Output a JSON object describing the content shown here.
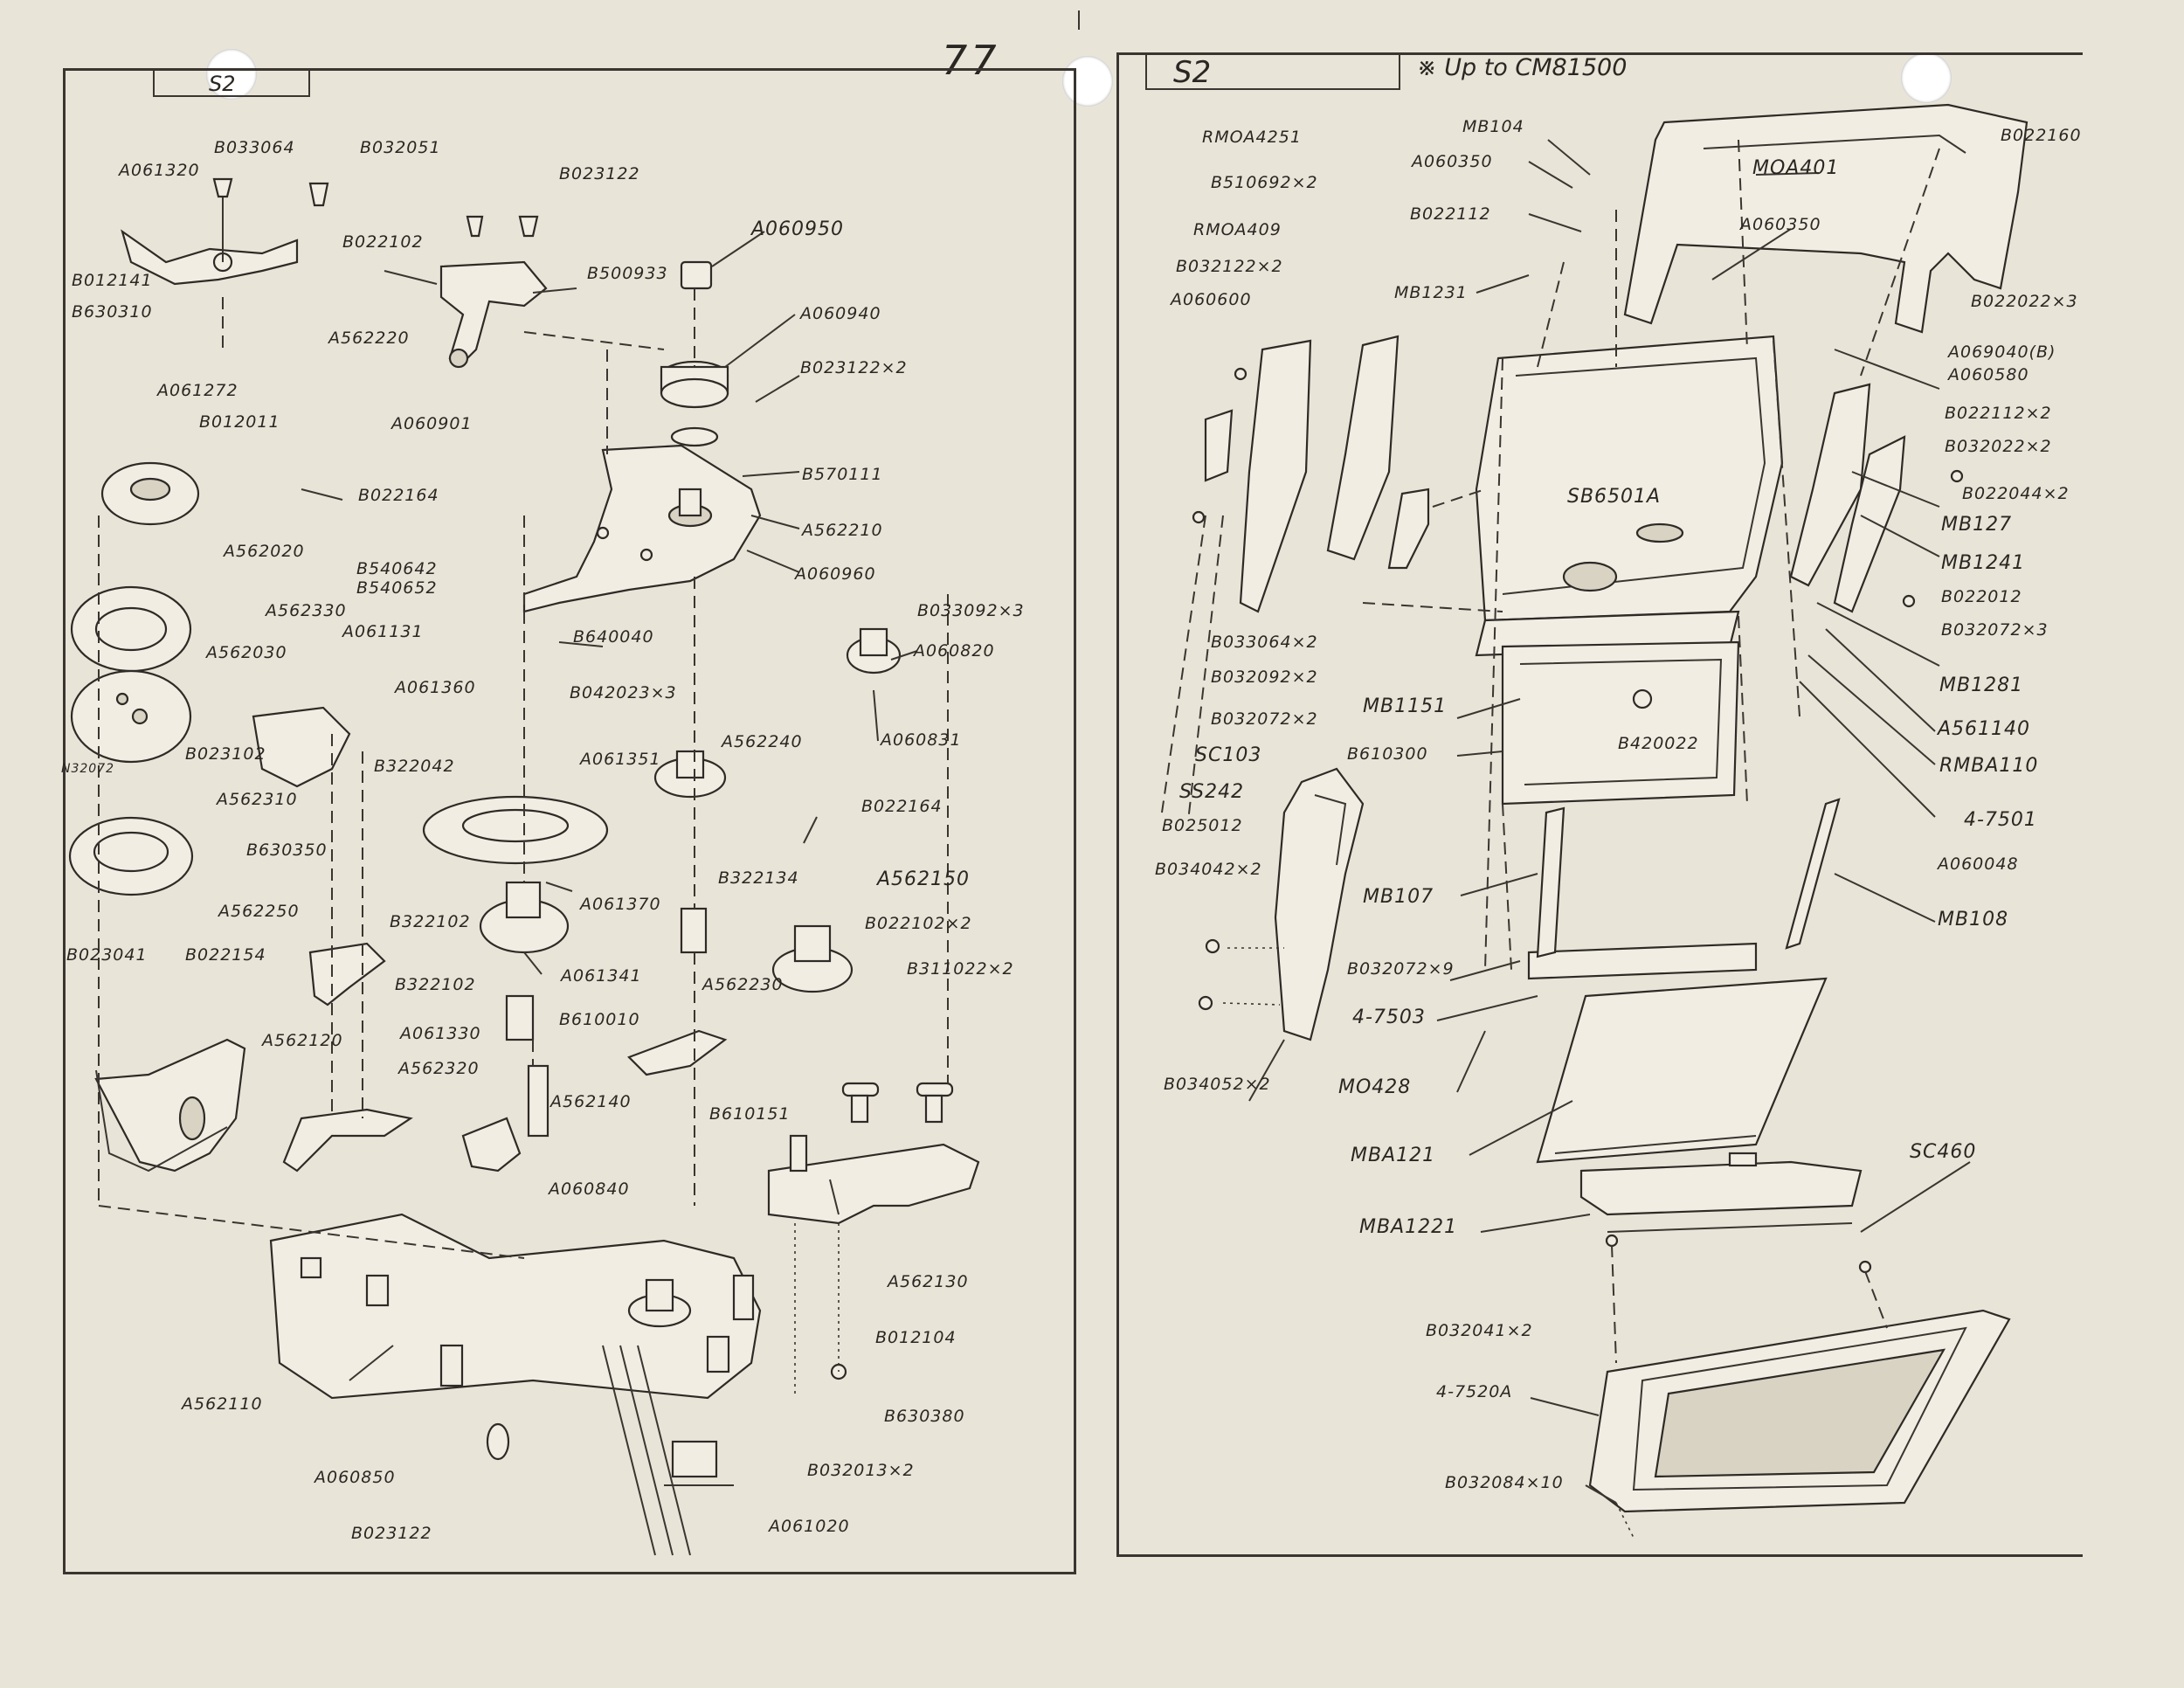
{
  "page": {
    "number": "77",
    "left_section": "S2",
    "right_section": "S2",
    "right_note": "※ Up to CM81500"
  },
  "left_labels": [
    "B033064",
    "B032051",
    "A061320",
    "B012141",
    "B630310",
    "B023122",
    "B022102",
    "A060950",
    "B500933",
    "A562220",
    "A060940",
    "B023122×2",
    "A061272",
    "B012011",
    "A060901",
    "B022164",
    "B570111",
    "A562210",
    "A060960",
    "A562020",
    "B540642",
    "B540652",
    "B033092×3",
    "A562330",
    "A061131",
    "B640040",
    "A060820",
    "A562030",
    "A061360",
    "B042023×3",
    "A060831",
    "B023102",
    "B322042",
    "A061351",
    "A562240",
    "N32072",
    "A562310",
    "B630350",
    "B022164",
    "B322134",
    "A562150",
    "A061370",
    "A562250",
    "B322102",
    "B022102×2",
    "B023041",
    "B022154",
    "A061341",
    "B311022×2",
    "B322102",
    "A562230",
    "A562120",
    "A061330",
    "B610010",
    "A562320",
    "A562140",
    "B610151",
    "A060840",
    "A562130",
    "B012104",
    "A562110",
    "B630380",
    "B032013×2",
    "A060850",
    "A061020",
    "B023122"
  ],
  "right_labels": [
    "MB104",
    "RMOA4251",
    "A060350",
    "MOA401",
    "B022160",
    "B510692×2",
    "B022112",
    "A060350",
    "RMOA409",
    "B032122×2",
    "A060600",
    "MB1231",
    "B022022×3",
    "A069040(B)",
    "A060580",
    "B022112×2",
    "B032022×2",
    "B022044×2",
    "SB6501A",
    "MB127",
    "MB1241",
    "B022012",
    "B032072×3",
    "B033064×2",
    "B032092×2",
    "MB1281",
    "B032072×2",
    "MB1151",
    "A561140",
    "B420022",
    "SC103",
    "B610300",
    "RMBA110",
    "SS242",
    "4-7501",
    "B025012",
    "A060048",
    "B034042×2",
    "MB107",
    "MB108",
    "B032072×9",
    "4-7503",
    "B034052×2",
    "MO428",
    "MBA121",
    "SC460",
    "MBA1221",
    "B032041×2",
    "4-7520A",
    "B032084×10"
  ]
}
